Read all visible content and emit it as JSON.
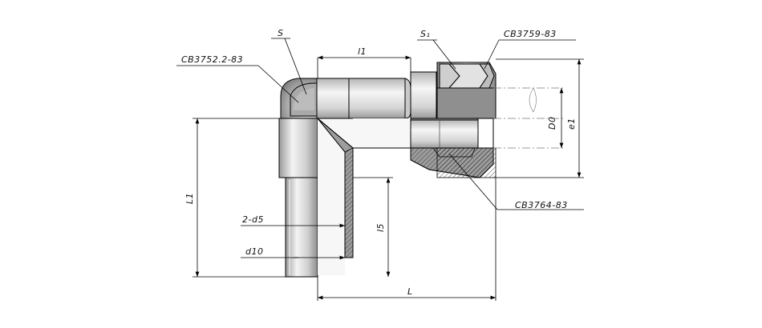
{
  "labels": {
    "S": "S",
    "S1": "S₁",
    "std_elbow": "CB3752.2-83",
    "std_nut": "CB3759-83",
    "std_ring": "CB3764-83"
  },
  "dimensions": {
    "l1": "l1",
    "D0": "D0",
    "e1": "e1",
    "L1": "L1",
    "d5": "2-d5",
    "l5": "l5",
    "d10": "d10",
    "L": "L"
  }
}
